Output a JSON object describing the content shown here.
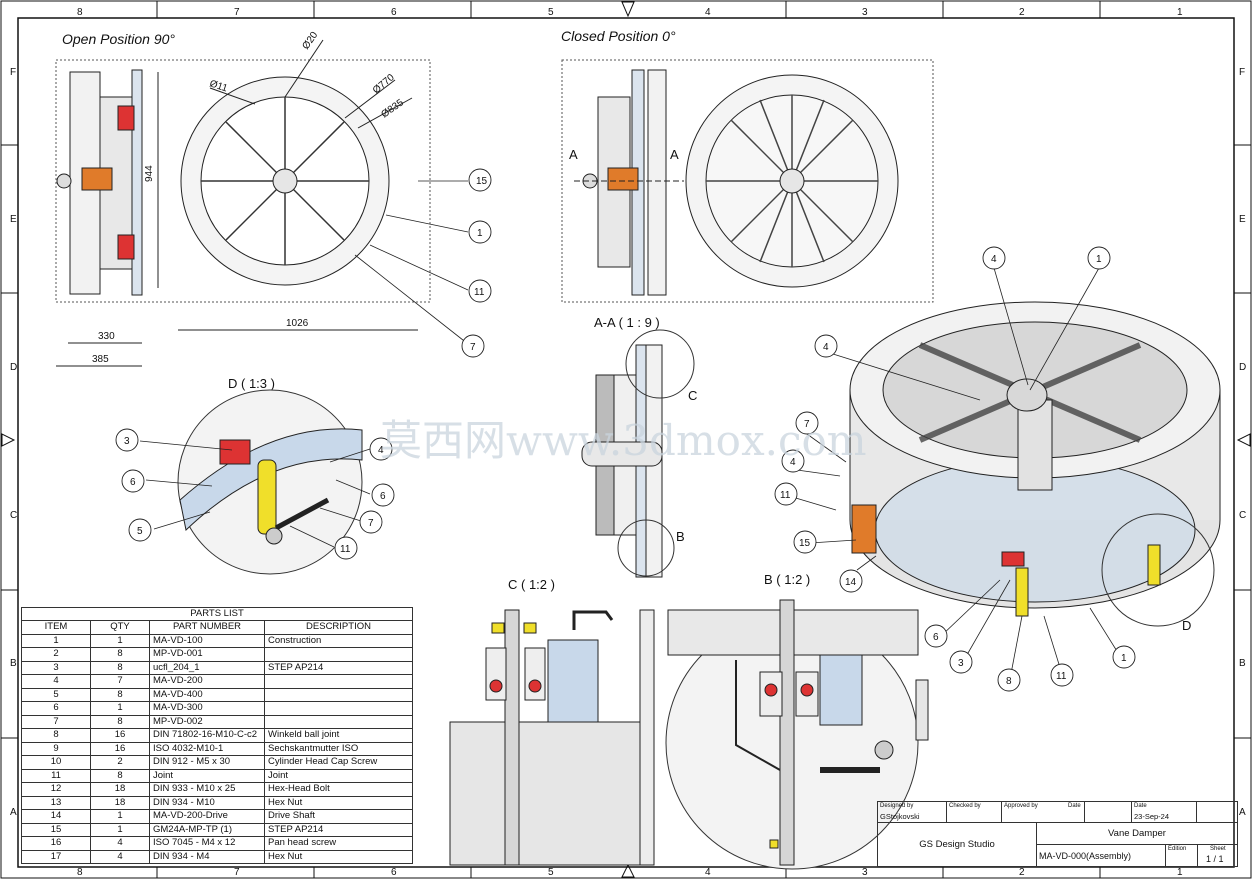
{
  "drawing": {
    "grid_columns": [
      "8",
      "7",
      "6",
      "5",
      "4",
      "3",
      "2",
      "1"
    ],
    "grid_rows": [
      "F",
      "E",
      "D",
      "C",
      "B",
      "A"
    ],
    "views": {
      "open": "Open Position 90°",
      "closed": "Closed Position 0°",
      "section_aa": "A-A ( 1 : 9 )",
      "detail_d": "D ( 1:3 )",
      "detail_c": "C ( 1:2 )",
      "detail_b": "B ( 1:2 )"
    },
    "dimensions": {
      "d20": "Ø20",
      "d11": "Ø11",
      "d770": "Ø770",
      "d835": "Ø835",
      "h944": "944",
      "w1026": "1026",
      "w330": "330",
      "w385": "385"
    },
    "section_marks": {
      "a_left": "A",
      "a_right": "A",
      "c": "C",
      "b": "B",
      "d": "D"
    },
    "balloons": {
      "open_15": "15",
      "open_1": "1",
      "open_11": "11",
      "open_7": "7",
      "d_3": "3",
      "d_4": "4",
      "d_6a": "6",
      "d_6b": "6",
      "d_5": "5",
      "d_7": "7",
      "d_11": "11",
      "iso_4a": "4",
      "iso_1a": "1",
      "iso_4b": "4",
      "iso_7": "7",
      "iso_4c": "4",
      "iso_11a": "11",
      "iso_15": "15",
      "iso_14": "14",
      "iso_6": "6",
      "iso_3": "3",
      "iso_8": "8",
      "iso_11b": "11",
      "iso_1b": "1"
    },
    "watermark": "莫西网www.3dmox.com"
  },
  "parts_list": {
    "title": "PARTS LIST",
    "headers": [
      "ITEM",
      "QTY",
      "PART NUMBER",
      "DESCRIPTION"
    ],
    "rows": [
      [
        "1",
        "1",
        "MA-VD-100",
        "Construction"
      ],
      [
        "2",
        "8",
        "MP-VD-001",
        ""
      ],
      [
        "3",
        "8",
        "ucfl_204_1",
        "STEP AP214"
      ],
      [
        "4",
        "7",
        "MA-VD-200",
        ""
      ],
      [
        "5",
        "8",
        "MA-VD-400",
        ""
      ],
      [
        "6",
        "1",
        "MA-VD-300",
        ""
      ],
      [
        "7",
        "8",
        "MP-VD-002",
        ""
      ],
      [
        "8",
        "16",
        "DIN 71802-16-M10-C-c2",
        "Winkeld ball joint"
      ],
      [
        "9",
        "16",
        "ISO 4032-M10-1",
        "Sechskantmutter ISO"
      ],
      [
        "10",
        "2",
        "DIN 912 - M5 x 30",
        "Cylinder Head Cap Screw"
      ],
      [
        "11",
        "8",
        "Joint",
        "Joint"
      ],
      [
        "12",
        "18",
        "DIN 933 - M10  x 25",
        "Hex-Head Bolt"
      ],
      [
        "13",
        "18",
        "DIN 934 - M10",
        "Hex Nut"
      ],
      [
        "14",
        "1",
        "MA-VD-200-Drive",
        "Drive Shaft"
      ],
      [
        "15",
        "1",
        "GM24A-MP-TP (1)",
        "STEP AP214"
      ],
      [
        "16",
        "4",
        "ISO 7045 - M4 x 12",
        "Pan head screw"
      ],
      [
        "17",
        "4",
        "DIN 934 - M4",
        "Hex Nut"
      ]
    ]
  },
  "title_block": {
    "designed_by_label": "Designed by",
    "designed_by": "GStojkovski",
    "checked_by_label": "Checked by",
    "approved_by_label": "Approved by",
    "date_label": "Date",
    "date_label2": "Date",
    "date": "23-Sep-24",
    "company": "GS Design Studio",
    "title": "Vane Damper",
    "drawing_number": "MA-VD-000(Assembly)",
    "edition_label": "Edition",
    "sheet_label": "Sheet",
    "sheet": "1 / 1"
  }
}
